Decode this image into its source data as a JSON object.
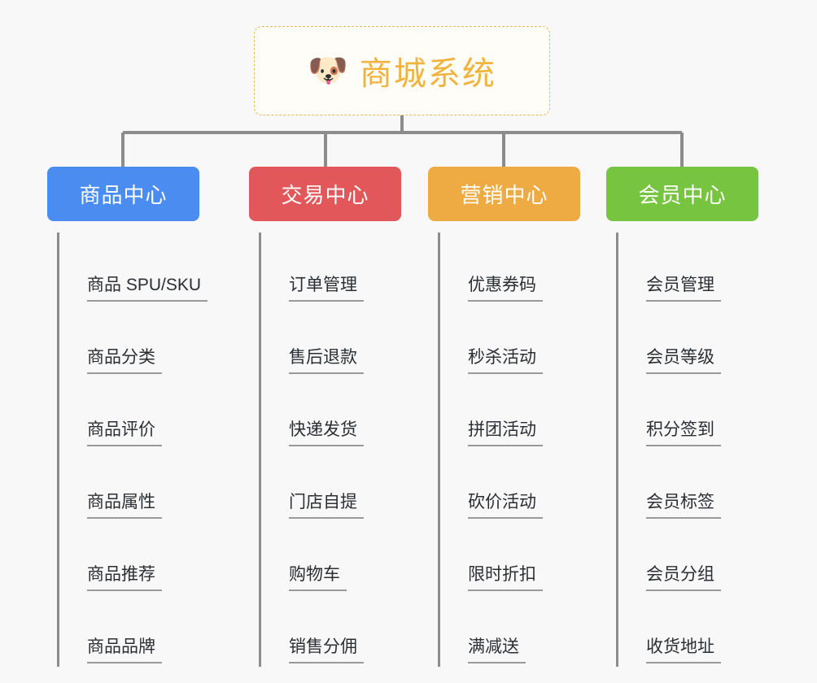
{
  "diagram": {
    "type": "mindmap-tree",
    "background_color": "#f8f8f8",
    "root": {
      "icon": "dog-face-emoji",
      "icon_glyph": "🐶",
      "title": "商城系统",
      "text_color": "#f0b33e",
      "border_color": "#eab959",
      "background_color": "#fffdf8"
    },
    "connector_color": "#8c8c8c",
    "branches": [
      {
        "id": "product-center",
        "label": "商品中心",
        "color": "#4a8cf0",
        "items": [
          {
            "label": "商品 SPU/SKU"
          },
          {
            "label": "商品分类"
          },
          {
            "label": "商品评价"
          },
          {
            "label": "商品属性"
          },
          {
            "label": "商品推荐"
          },
          {
            "label": "商品品牌"
          }
        ]
      },
      {
        "id": "trade-center",
        "label": "交易中心",
        "color": "#e2585a",
        "items": [
          {
            "label": "订单管理"
          },
          {
            "label": "售后退款"
          },
          {
            "label": "快递发货"
          },
          {
            "label": "门店自提"
          },
          {
            "label": "购物车"
          },
          {
            "label": "销售分佣"
          }
        ]
      },
      {
        "id": "marketing-center",
        "label": "营销中心",
        "color": "#eeab43",
        "items": [
          {
            "label": "优惠券码"
          },
          {
            "label": "秒杀活动"
          },
          {
            "label": "拼团活动"
          },
          {
            "label": "砍价活动"
          },
          {
            "label": "限时折扣"
          },
          {
            "label": "满减送"
          }
        ]
      },
      {
        "id": "member-center",
        "label": "会员中心",
        "color": "#76c440",
        "items": [
          {
            "label": "会员管理"
          },
          {
            "label": "会员等级"
          },
          {
            "label": "积分签到"
          },
          {
            "label": "会员标签"
          },
          {
            "label": "会员分组"
          },
          {
            "label": "收货地址"
          }
        ]
      }
    ]
  }
}
